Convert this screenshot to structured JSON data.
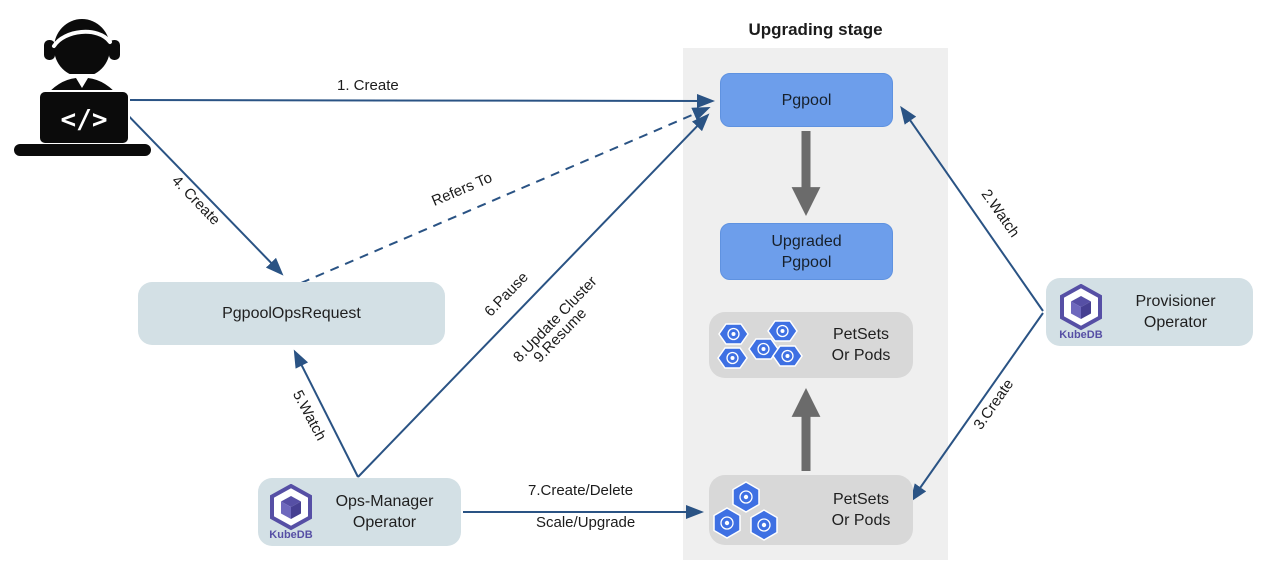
{
  "title": "Upgrading stage",
  "actor": {
    "icon": "developer-laptop-icon",
    "code_glyph": "</>"
  },
  "nodes": {
    "pgpool": {
      "label": "Pgpool"
    },
    "upgraded_pgpool": {
      "line1": "Upgraded",
      "line2": "Pgpool"
    },
    "petsets_top": {
      "line1": "PetSets",
      "line2": "Or Pods"
    },
    "petsets_bottom": {
      "line1": "PetSets",
      "line2": "Or Pods"
    },
    "pgpool_ops_request": {
      "label": "PgpoolOpsRequest"
    },
    "ops_manager": {
      "line1": "Ops-Manager",
      "line2": "Operator",
      "logo": "KubeDB"
    },
    "provisioner": {
      "line1": "Provisioner",
      "line2": "Operator",
      "logo": "KubeDB"
    }
  },
  "edges": {
    "create1": {
      "label": "1. Create",
      "from": "developer",
      "to": "pgpool",
      "style": "solid"
    },
    "watch2": {
      "label": "2.Watch",
      "from": "provisioner",
      "to": "pgpool",
      "style": "solid"
    },
    "create3": {
      "label": "3.Create",
      "from": "provisioner",
      "to": "petsets_bottom",
      "style": "solid"
    },
    "create4": {
      "label": "4. Create",
      "from": "developer",
      "to": "pgpool_ops_request",
      "style": "solid"
    },
    "watch5": {
      "label": "5.Watch",
      "from": "ops_manager",
      "to": "pgpool_ops_request",
      "style": "solid"
    },
    "pause6": {
      "label": "6.Pause",
      "from": "ops_manager",
      "to": "pgpool",
      "style": "solid"
    },
    "create_delete7": {
      "label": "7.Create/Delete",
      "from": "ops_manager",
      "to": "petsets_bottom",
      "style": "solid"
    },
    "scale_upgrade7": {
      "label": "Scale/Upgrade",
      "from": "ops_manager",
      "to": "petsets_bottom",
      "style": "solid"
    },
    "update8": {
      "label": "8.Update Cluster",
      "from": "ops_manager",
      "to": "pgpool",
      "style": "solid"
    },
    "resume9": {
      "label": "9.Resume",
      "from": "ops_manager",
      "to": "pgpool",
      "style": "solid"
    },
    "refers_to": {
      "label": "Refers To",
      "from": "pgpool_ops_request",
      "to": "pgpool",
      "style": "dashed"
    },
    "pgpool_to_upgraded": {
      "label": "",
      "from": "pgpool",
      "to": "upgraded_pgpool",
      "style": "thick-gray"
    },
    "petsets_bottom_to_top": {
      "label": "",
      "from": "petsets_bottom",
      "to": "petsets_top",
      "style": "thick-gray"
    }
  },
  "icons": [
    "developer-laptop-icon",
    "kubedb-logo",
    "pod-hexagon-icon"
  ],
  "colors": {
    "node_blue": "#6D9EEB",
    "node_gray": "#D8D8D8",
    "node_teal": "#D3E0E5",
    "stage_panel": "#EFEFEF",
    "arrow_navy": "#2A5384",
    "arrow_gray": "#6B6B6B",
    "pod_blue": "#3E70E3",
    "kubedb_purple": "#564FA5",
    "text": "#1F1F1F"
  }
}
